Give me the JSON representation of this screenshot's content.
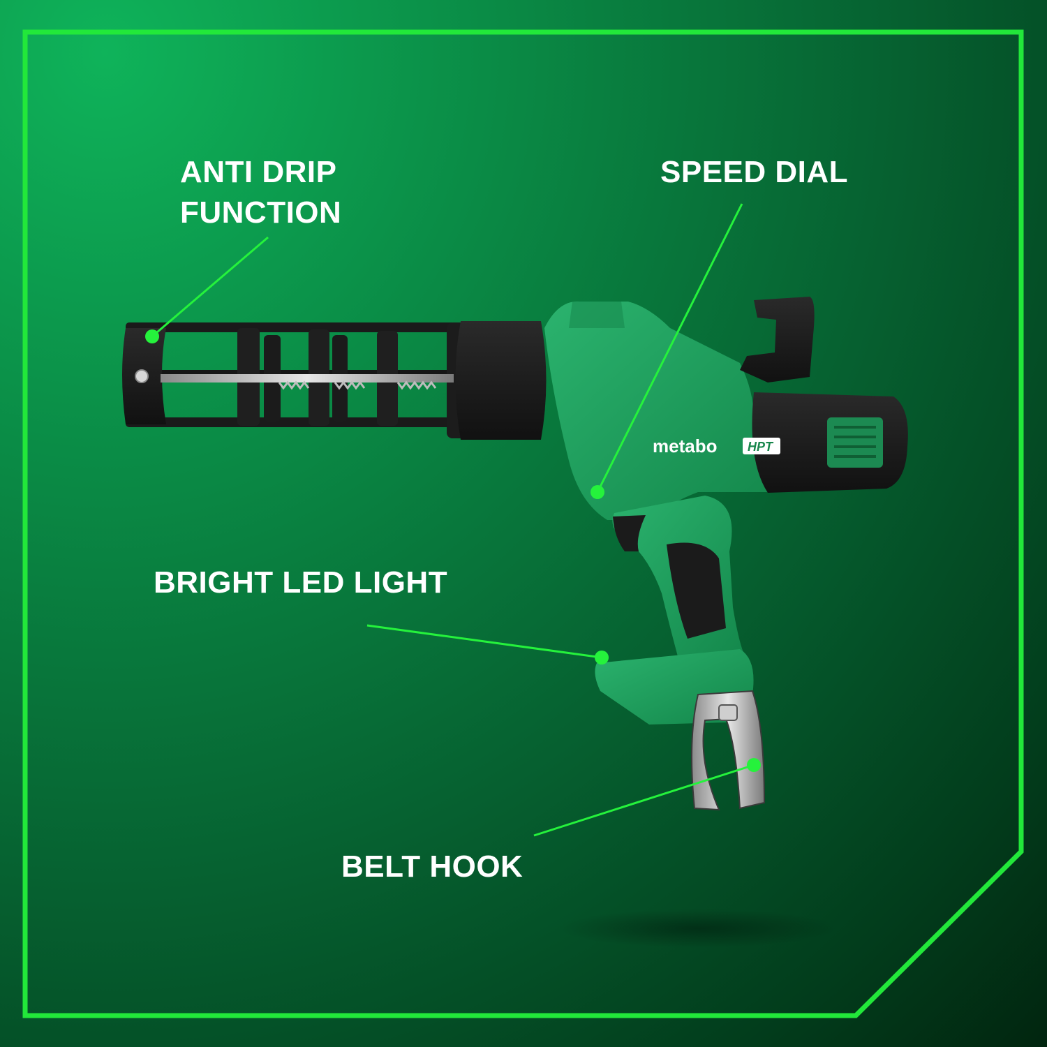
{
  "colors": {
    "frame": "#22e83a",
    "callout": "#25f23c",
    "tool_green": "#1f9a5a",
    "tool_black": "#1c1c1c"
  },
  "callouts": {
    "anti_drip": {
      "line1": "ANTI DRIP",
      "line2": "FUNCTION"
    },
    "speed_dial": {
      "label": "SPEED DIAL"
    },
    "led_light": {
      "label": "BRIGHT LED LIGHT"
    },
    "belt_hook": {
      "label": "BELT HOOK"
    }
  },
  "brand": {
    "name": "metabo",
    "badge": "HPT"
  }
}
